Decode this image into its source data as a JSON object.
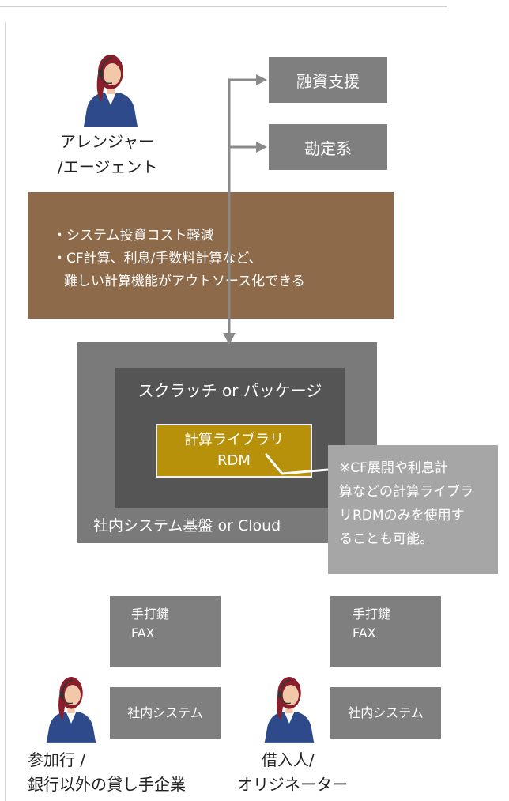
{
  "targets": {
    "financing_support": "融資支援",
    "accounting_system": "勘定系"
  },
  "arranger": {
    "label_line1": "アレンジャー",
    "label_line2": "/エージェント"
  },
  "benefits": {
    "line1": "・システム投資コスト軽減",
    "line2": "・CF計算、利息/手数料計算など、",
    "line3": "難しい計算機能がアウトソース化できる"
  },
  "platform": {
    "build_option": "スクラッチ or パッケージ",
    "library_line1": "計算ライブラリ",
    "library_line2": "RDM",
    "base_label": "社内システム基盤 or Cloud"
  },
  "note": {
    "line1": "※CF展開や利息計",
    "line2": "算などの計算ライブラ",
    "line3": "リRDMのみを使用す",
    "line4": "ることも可能。"
  },
  "participant": {
    "manual_line1": "手打鍵",
    "manual_line2": "FAX",
    "internal": "社内システム",
    "label_line1": "参加行 /",
    "label_line2": "銀行以外の貸し手企業"
  },
  "borrower": {
    "manual_line1": "手打鍵",
    "manual_line2": "FAX",
    "internal": "社内システム",
    "label_line1": "借入人/",
    "label_line2": "オリジネーター"
  },
  "colors": {
    "box_gray": "#7f7f7f",
    "band_brown": "#8c6a4a",
    "library_gold": "#b8910a",
    "note_gray": "#a6a6a6",
    "person_suit": "#2f4a8a",
    "person_hair": "#8a1e2a"
  }
}
